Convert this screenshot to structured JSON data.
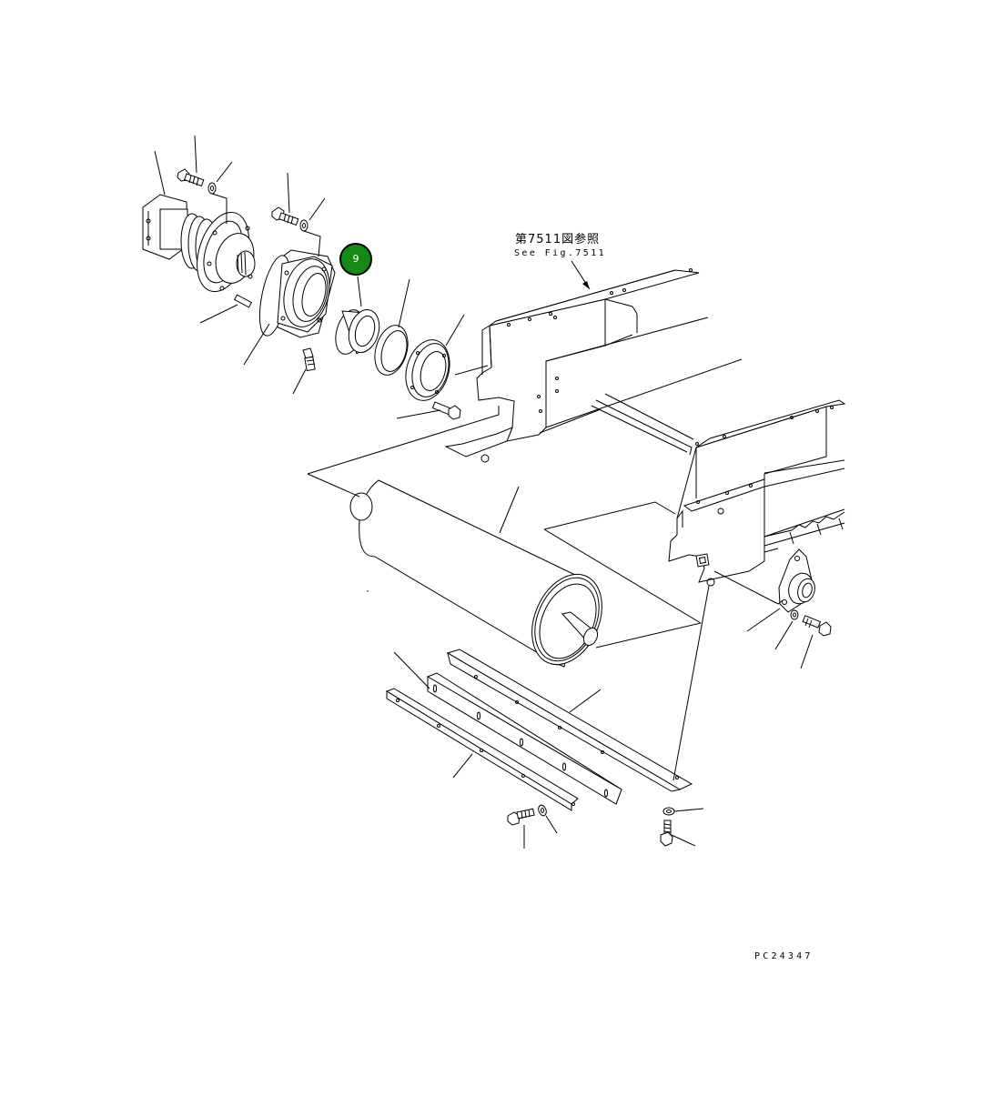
{
  "reference": {
    "japanese": "第7511図参照",
    "english": "See Fig.7511"
  },
  "figure_code": "PC24347",
  "callouts": [
    {
      "number": "9",
      "color": "#138a13"
    }
  ]
}
